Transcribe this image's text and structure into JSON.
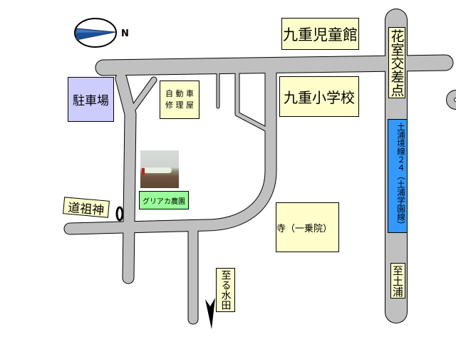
{
  "colors": {
    "road": "#c0c0c0",
    "label_bg": "#ffffcc",
    "parking": "#ccccff",
    "farm": "#99ff99",
    "route": "#3399ff"
  },
  "compass": {
    "north_label": "N"
  },
  "labels": {
    "children_hall": "九重児童館",
    "intersection": "花室交差点",
    "parking": "駐車場",
    "car_repair_1": "自 動 車",
    "car_repair_2": "修 理 屋",
    "school": "九重小学校",
    "route": "土浦境線２４（土浦学園線）",
    "farm": "グリアカ農園",
    "dosojin": "道祖神",
    "temple": "寺（一乗院）",
    "to_mizuta": "至る水田",
    "to_tsuchiura": "至土浦"
  }
}
